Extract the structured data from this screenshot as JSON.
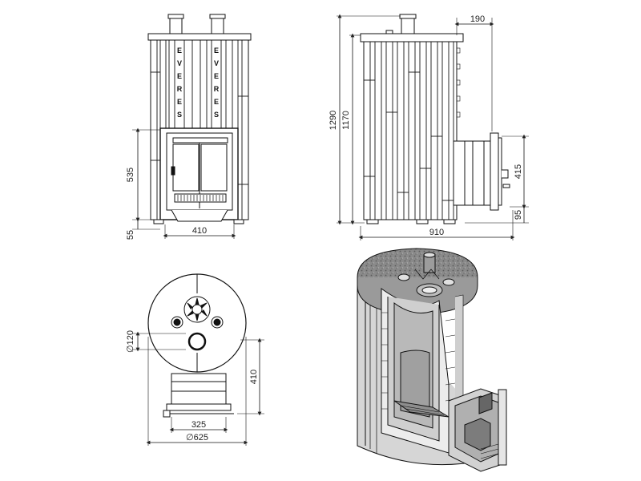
{
  "front_view": {
    "brand_letters": [
      "E",
      "V",
      "E",
      "R",
      "E",
      "S"
    ],
    "dim_width": "410",
    "dim_door_height": "535",
    "dim_base": "55"
  },
  "side_view": {
    "dim_total_height": "1290",
    "dim_body_height": "1170",
    "dim_tunnel_offset": "190",
    "dim_tunnel_height": "415",
    "dim_tunnel_base": "95",
    "dim_depth": "910"
  },
  "top_view": {
    "dim_chimney": "∅120",
    "dim_tunnel_len": "410",
    "dim_tunnel_width": "325",
    "dim_diameter": "∅625"
  }
}
